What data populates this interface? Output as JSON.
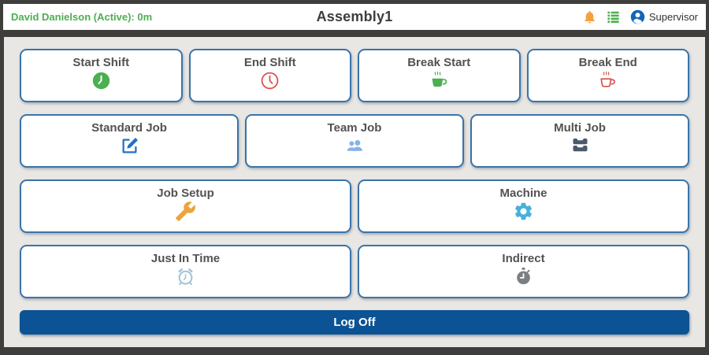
{
  "header": {
    "user_status": "David Danielson (Active): 0m",
    "title": "Assembly1",
    "supervisor_label": "Supervisor",
    "icons": [
      "bell-icon",
      "list-icon",
      "account-circle-icon"
    ]
  },
  "buttons": {
    "start_shift": {
      "label": "Start Shift",
      "icon": "clock-filled-icon",
      "icon_color": "#4caf50"
    },
    "end_shift": {
      "label": "End Shift",
      "icon": "clock-outline-icon",
      "icon_color": "#d9534f"
    },
    "break_start": {
      "label": "Break Start",
      "icon": "cup-filled-icon",
      "icon_color": "#4caf50"
    },
    "break_end": {
      "label": "Break End",
      "icon": "cup-outline-icon",
      "icon_color": "#d9534f"
    },
    "standard_job": {
      "label": "Standard Job",
      "icon": "edit-icon",
      "icon_color": "#2272c3"
    },
    "team_job": {
      "label": "Team Job",
      "icon": "people-icon",
      "icon_color": "#85b2e8"
    },
    "multi_job": {
      "label": "Multi Job",
      "icon": "inbox-stack-icon",
      "icon_color": "#4b5a6b"
    },
    "job_setup": {
      "label": "Job Setup",
      "icon": "wrench-icon",
      "icon_color": "#eda33d"
    },
    "machine": {
      "label": "Machine",
      "icon": "gear-icon",
      "icon_color": "#45b1dd"
    },
    "just_in_time": {
      "label": "Just In Time",
      "icon": "alarm-clock-icon",
      "icon_color": "#9fc3d8"
    },
    "indirect": {
      "label": "Indirect",
      "icon": "stopwatch-icon",
      "icon_color": "#7b7e83"
    }
  },
  "logoff": {
    "label": "Log Off"
  },
  "colors": {
    "frame": "#3f3e3c",
    "panel_background": "#e9e7e4",
    "tile_border": "#3a74a9",
    "logoff_background": "#0b5394",
    "status_green": "#4caf50",
    "alert_red": "#d9534f",
    "bell_amber": "#f2a33c",
    "avatar_blue": "#1266b5",
    "title_text": "#3d3d3d",
    "label_text": "#525252"
  }
}
